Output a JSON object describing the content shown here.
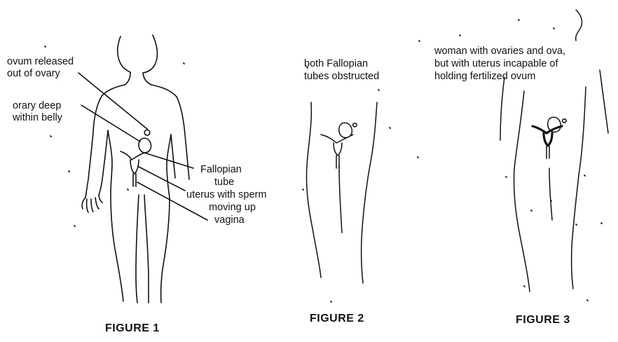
{
  "figures": [
    {
      "caption": "FIGURE 1",
      "labels": {
        "ovum_released_1": "ovum released",
        "ovum_released_2": "out of ovary",
        "ovary_deep_1": "orary deep",
        "ovary_deep_2": "within belly",
        "fallopian_1": "Fallopian",
        "fallopian_2": "tube",
        "uterus": "uterus with sperm",
        "moving_1": "moving up",
        "moving_2": "vagina"
      }
    },
    {
      "caption": "FIGURE 2",
      "labels": {
        "line_1": "both Fallopian",
        "line_2": "tubes obstructed"
      }
    },
    {
      "caption": "FIGURE 3",
      "labels": {
        "line_1": "woman with ovaries and ova,",
        "line_2": "but with uterus incapable of",
        "line_3": "holding fertilized ovum"
      }
    }
  ]
}
